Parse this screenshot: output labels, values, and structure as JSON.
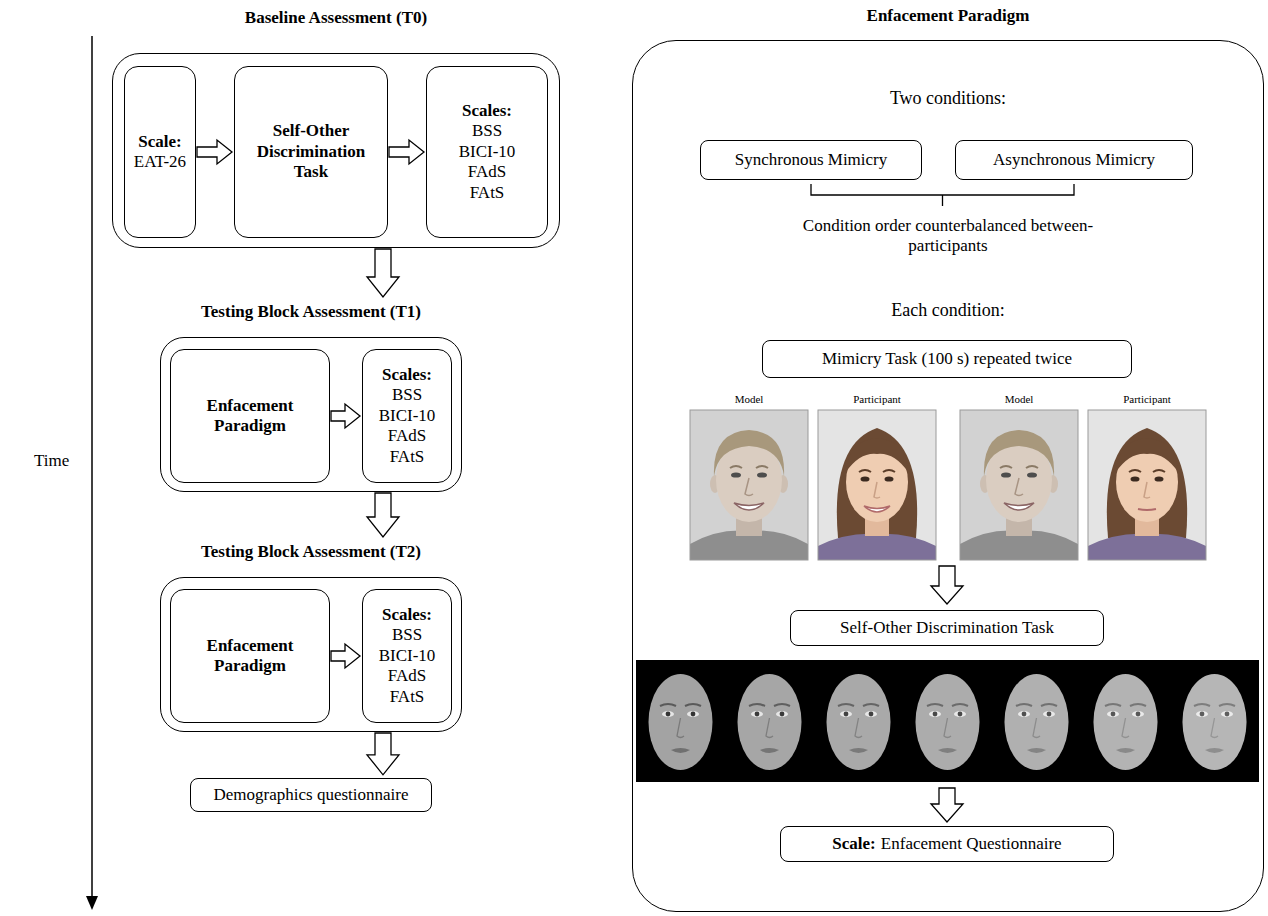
{
  "diagram": {
    "nodes": [
      {
        "text": [
          "Baseline Assessment (T0)"
        ]
      },
      {
        "text": [
          "Scale:",
          "EAT-26"
        ],
        "in": 0
      },
      {
        "text": [
          "Self-Other Discrimination Task"
        ],
        "in": 0
      },
      {
        "text": [
          "Scales:",
          "BSS BICI-10 FAdS FAtS"
        ],
        "in": 0
      },
      {
        "text": [
          "Testing Block Assessment (T1)"
        ]
      },
      {
        "text": [
          "Enfacement Paradigm"
        ],
        "in": 4
      },
      {
        "text": [
          "Scales:",
          "BSS BICI-10 FAdS FAtS"
        ],
        "in": 4
      },
      {
        "text": [
          "Testing Block Assessment (T2)"
        ]
      },
      {
        "text": [
          "Enfacement Paradigm"
        ],
        "in": 7
      },
      {
        "text": [
          "Scales:",
          "BSS BICI-10 FAdS FAtS"
        ],
        "in": 7
      },
      {
        "text": [
          "Demographics questionnaire"
        ]
      },
      {
        "text": [
          "Enfacement Paradigm",
          "Two conditions:",
          "Condition order counterbalanced between-participants",
          "Each condition:"
        ]
      },
      {
        "text": [
          "Synchronous Mimicry"
        ],
        "in": 11
      },
      {
        "text": [
          "Asynchronous Mimicry"
        ],
        "in": 11
      },
      {
        "text": [
          "Mimicry Task (100 s) repeated twice"
        ],
        "in": 11
      },
      {
        "text": [
          "Self-Other Discrimination Task"
        ],
        "in": 11
      },
      {
        "text": [
          "Scale:",
          "Enfacement Questionnaire"
        ],
        "in": 11
      }
    ],
    "edges": [
      {
        "from": 1,
        "to": 2,
        "arrow": "to"
      },
      {
        "from": 2,
        "to": 3,
        "arrow": "to"
      },
      {
        "from": 0,
        "to": 4,
        "arrow": "to"
      },
      {
        "from": 5,
        "to": 6,
        "arrow": "to"
      },
      {
        "from": 4,
        "to": 7,
        "arrow": "to"
      },
      {
        "from": 8,
        "to": 9,
        "arrow": "to"
      },
      {
        "from": 7,
        "to": 10,
        "arrow": "to"
      }
    ],
    "labels": [
      "Time",
      "Model",
      "Participant",
      "Model",
      "Participant"
    ]
  }
}
